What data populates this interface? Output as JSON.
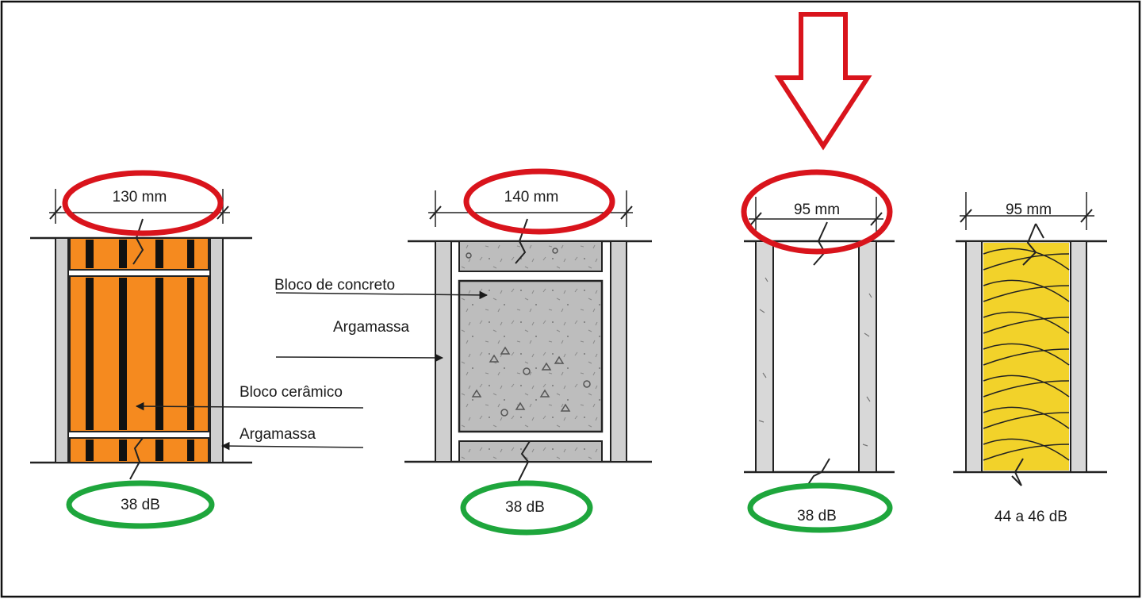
{
  "walls": [
    {
      "id": "ceramic",
      "thickness": "130 mm",
      "rating": "38 dB",
      "labels": [
        "Bloco cerâmico",
        "Argamassa"
      ],
      "thickness_highlighted": true,
      "rating_highlighted": true
    },
    {
      "id": "concrete",
      "thickness": "140 mm",
      "rating": "38 dB",
      "labels": [
        "Bloco de concreto",
        "Argamassa"
      ],
      "thickness_highlighted": true,
      "rating_highlighted": true
    },
    {
      "id": "drywall",
      "thickness": "95 mm",
      "rating": "38 dB",
      "labels": [],
      "thickness_highlighted": true,
      "rating_highlighted": true,
      "arrow": true
    },
    {
      "id": "drywall-wool",
      "thickness": "95 mm",
      "rating": "44 a 46 dB",
      "labels": [],
      "thickness_highlighted": false,
      "rating_highlighted": false
    }
  ],
  "colors": {
    "thickness_ellipse": "#d9141c",
    "rating_ellipse": "#1ea63c",
    "arrow": "#d9141c",
    "ceramic": "#f58a1f",
    "concrete": "#bdbdbd",
    "wool": "#f2d22a",
    "board": "#d8d8d8"
  }
}
